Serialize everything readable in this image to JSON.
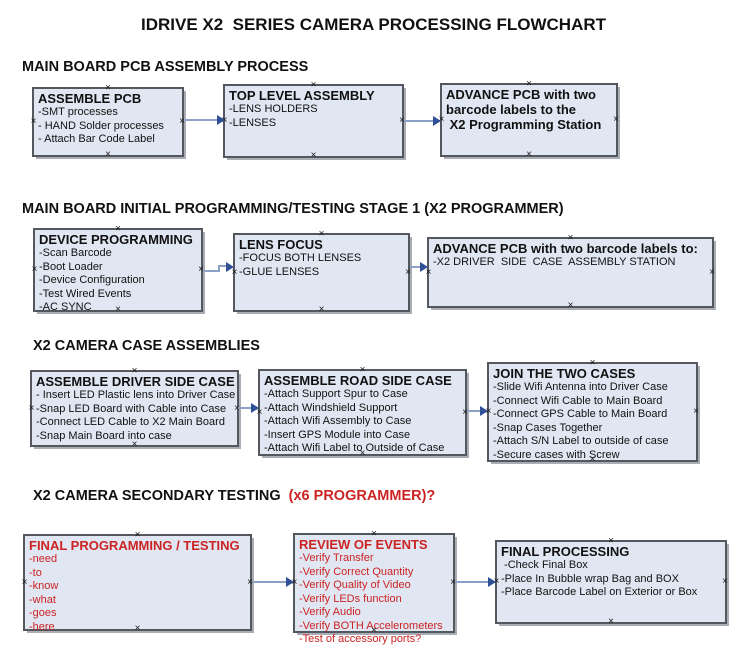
{
  "title": "IDRIVE X2  SERIES CAMERA PROCESSING FLOWCHART",
  "handle_glyph": "×",
  "colors": {
    "background": "#ffffff",
    "box_fill": "#e0e7f3",
    "box_border": "#54575d",
    "box_shadow": "#a9aeb6",
    "text": "#111111",
    "red_accent": "#cc2323",
    "arrow_line": "#8ba1c7",
    "arrow_head": "#2f4f96",
    "handle": "#1a1a1a"
  },
  "sections": [
    {
      "heading": "MAIN BOARD PCB ASSEMBLY PROCESS",
      "boxes": [
        {
          "title": "ASSEMBLE PCB",
          "items": [
            "-SMT processes",
            "- HAND Solder processes",
            "- Attach Bar Code Label"
          ]
        },
        {
          "title": "TOP LEVEL ASSEMBLY",
          "items": [
            "-LENS HOLDERS",
            "-LENSES"
          ]
        },
        {
          "title": "ADVANCE PCB with two\nbarcode labels to the\n X2 Programming Station",
          "items": []
        }
      ]
    },
    {
      "heading": "MAIN BOARD INITIAL PROGRAMMING/TESTING STAGE 1 (X2 PROGRAMMER)",
      "boxes": [
        {
          "title": "DEVICE PROGRAMMING",
          "items": [
            "-Scan Barcode",
            "-Boot Loader",
            "-Device Configuration",
            "-Test Wired Events",
            "-AC SYNC"
          ]
        },
        {
          "title": "LENS FOCUS",
          "items": [
            "-FOCUS BOTH LENSES",
            "-GLUE LENSES"
          ]
        },
        {
          "title": "ADVANCE PCB with two barcode labels to:",
          "items": [
            "-X2 DRIVER  SIDE  CASE  ASSEMBLY STATION"
          ]
        }
      ]
    },
    {
      "heading": "X2 CAMERA CASE ASSEMBLIES",
      "boxes": [
        {
          "title": "ASSEMBLE DRIVER SIDE CASE",
          "items": [
            "- Insert LED Plastic lens into Driver Case",
            "-Snap LED Board with Cable into Case",
            "-Connect LED Cable to X2 Main Board",
            "-Snap Main Board into case"
          ]
        },
        {
          "title": "ASSEMBLE ROAD SIDE CASE",
          "items": [
            "-Attach Support Spur to Case",
            "-Attach Windshield Support",
            "-Attach Wifi Assembly to Case",
            "-Insert GPS Module into Case",
            "-Attach Wifi Label to Outside of Case"
          ]
        },
        {
          "title": "JOIN THE TWO CASES",
          "items": [
            "-Slide Wifi Antenna into Driver Case",
            "-Connect Wifi Cable to Main Board",
            "-Connect GPS Cable to Main Board",
            "-Snap Cases Together",
            "-Attach S/N Label to outside of case",
            "-Secure cases with Screw"
          ]
        }
      ]
    },
    {
      "heading": "X2 CAMERA SECONDARY TESTING",
      "heading_suffix": "  (x6 PROGRAMMER)?",
      "boxes": [
        {
          "title": "FINAL PROGRAMMING / TESTING",
          "items": [
            "-need",
            "-to",
            "-know",
            "-what",
            "-goes",
            "-here"
          ]
        },
        {
          "title": "REVIEW OF EVENTS",
          "items": [
            "-Verify Transfer",
            "-Verify Correct Quantity",
            "-Verify Quality of Video",
            "-Verify LEDs function",
            "-Verify Audio",
            "-Verify BOTH Accelerometers",
            "-Test of accessory ports?"
          ]
        },
        {
          "title": "FINAL PROCESSING",
          "items": [
            " -Check Final Box",
            "-Place In Bubble wrap Bag and BOX",
            "-Place Barcode Label on Exterior or Box"
          ]
        }
      ]
    }
  ]
}
